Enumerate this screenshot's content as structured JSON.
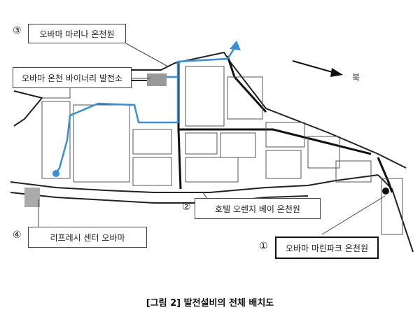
{
  "labels": {
    "obama_marina": {
      "num": "③",
      "text": "오바마 마리나 온천원"
    },
    "binary_plant": {
      "text": "오바마 온천 바이너리 발전소"
    },
    "hotel_orange": {
      "num": "②",
      "text": "호텔 오렌지 베이 온천원"
    },
    "refresh_center": {
      "num": "④",
      "text": "리프레시 센터 오바마"
    },
    "marine_park": {
      "num": "①",
      "text": "오바마 마린파크 온천원"
    }
  },
  "north_label": "북",
  "caption": "[그림 2] 발전설비의 전체 배치도",
  "colors": {
    "pipe": "#3a8fd4",
    "road": "#222222",
    "block": "#555555"
  },
  "icons": [
    "north-arrow-icon",
    "flow-arrow-icon"
  ]
}
